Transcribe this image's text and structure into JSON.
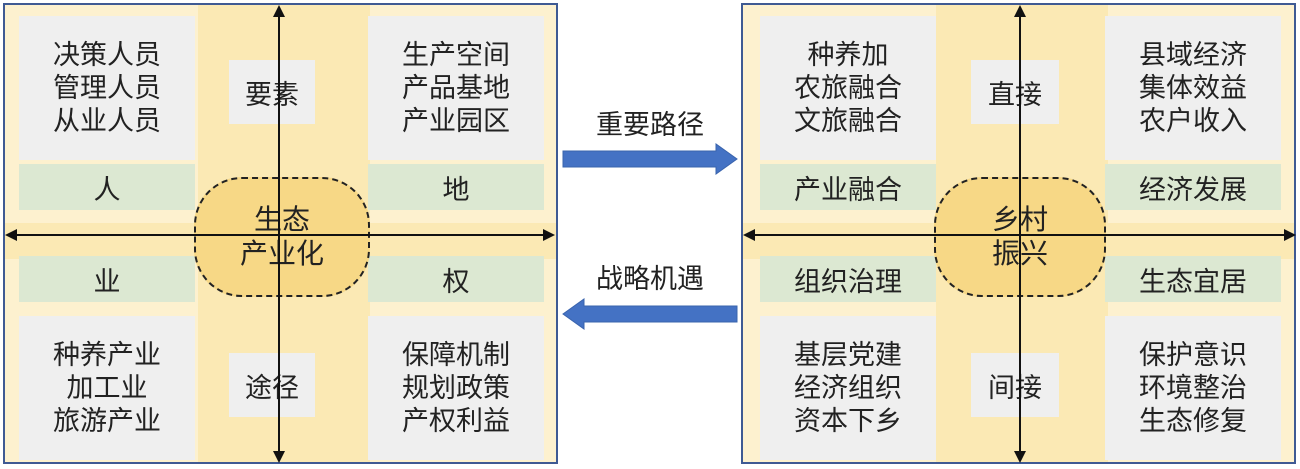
{
  "left": {
    "center": [
      "生态",
      "产业化"
    ],
    "tag_top": "要素",
    "tag_bottom": "途径",
    "top_left": [
      "决策人员",
      "管理人员",
      "从业人员"
    ],
    "top_right": [
      "生产空间",
      "产品基地",
      "产业园区"
    ],
    "bottom_left": [
      "种养产业",
      "加工业",
      "旅游产业"
    ],
    "bottom_right": [
      "保障机制",
      "规划政策",
      "产权利益"
    ],
    "label_tl": "人",
    "label_tr": "地",
    "label_bl": "业",
    "label_br": "权"
  },
  "right": {
    "center": [
      "乡村",
      "振兴"
    ],
    "tag_top": "直接",
    "tag_bottom": "间接",
    "top_left": [
      "种养加",
      "农旅融合",
      "文旅融合"
    ],
    "top_right": [
      "县域经济",
      "集体效益",
      "农户收入"
    ],
    "bottom_left": [
      "基层党建",
      "经济组织",
      "资本下乡"
    ],
    "bottom_right": [
      "保护意识",
      "环境整治",
      "生态修复"
    ],
    "label_tl": "产业融合",
    "label_tr": "经济发展",
    "label_bl": "组织治理",
    "label_br": "生态宜居"
  },
  "middle": {
    "top_label": "重要路径",
    "bottom_label": "战略机遇"
  },
  "colors": {
    "panel_bg": "#fdf1cf",
    "band": "#fbe9b4",
    "cell": "#efefef",
    "label_green": "#dce8d2",
    "center_fill": "#f7d886",
    "border": "#3f5a93",
    "arrow_blue": "#4472c4"
  }
}
